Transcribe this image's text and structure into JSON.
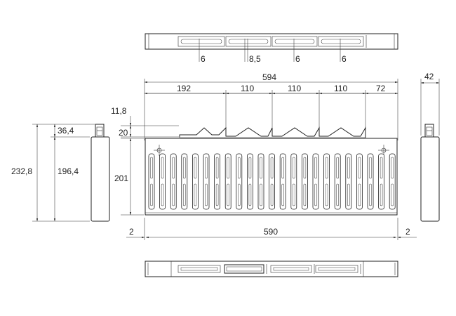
{
  "dimensions": {
    "top_view": {
      "slot_widths": [
        "6",
        "8,5",
        "6",
        "6"
      ]
    },
    "front_view": {
      "overall_width": "594",
      "segments": [
        "192",
        "110",
        "110",
        "110",
        "72"
      ],
      "top_offset": "11,8",
      "mount_height": "20",
      "body_height": "201",
      "bottom_width": "590",
      "left_margin": "2",
      "right_margin": "2"
    },
    "left_view": {
      "total_height": "232,8",
      "top_part": "36,4",
      "lower_part": "196,4"
    },
    "right_view": {
      "depth": "42"
    }
  }
}
